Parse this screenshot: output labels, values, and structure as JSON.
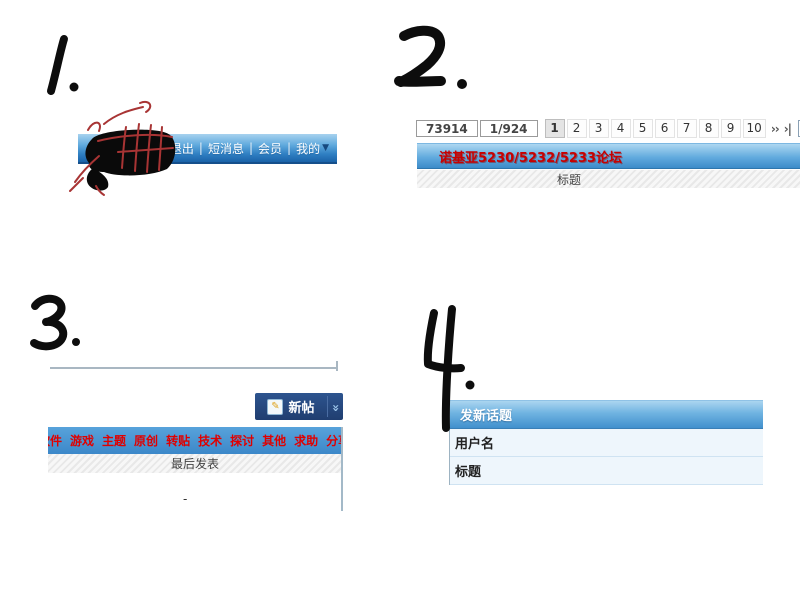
{
  "annotations": {
    "label1": "1.",
    "label2": "2.",
    "label3": "3.",
    "label4": "4."
  },
  "colors": {
    "bar_blue": "#4d9bd5",
    "navy_button": "#24477e",
    "link_red": "#e00000",
    "title_red": "#c80000",
    "row_light_blue": "#eef6fc"
  },
  "user_bar": {
    "separator": "|",
    "dropdown_icon": "▼",
    "links": [
      "退出",
      "短消息",
      "会员",
      "我的"
    ]
  },
  "pager": {
    "total_posts": "73914",
    "page_indicator": "1/924",
    "current_page": "1",
    "pages": [
      "2",
      "3",
      "4",
      "5",
      "6",
      "7",
      "8",
      "9",
      "10"
    ],
    "next_icon": "››",
    "last_icon": "›|",
    "jump_input_value": ""
  },
  "forum_panel": {
    "title": "诺基亚5230/5232/5233论坛",
    "column_header": "标题"
  },
  "topic_list": {
    "new_post_label": "新帖",
    "pencil_icon": "✎",
    "more_icon": "»",
    "filter_links": [
      "软件",
      "游戏",
      "主题",
      "原创",
      "转贴",
      "技术",
      "探讨",
      "其他",
      "求助",
      "分享"
    ],
    "column_header": "最后发表",
    "placeholder_dash": "-"
  },
  "new_topic_panel": {
    "header": "发新话题",
    "rows": [
      {
        "label": "用户名"
      },
      {
        "label": "标题"
      }
    ]
  }
}
